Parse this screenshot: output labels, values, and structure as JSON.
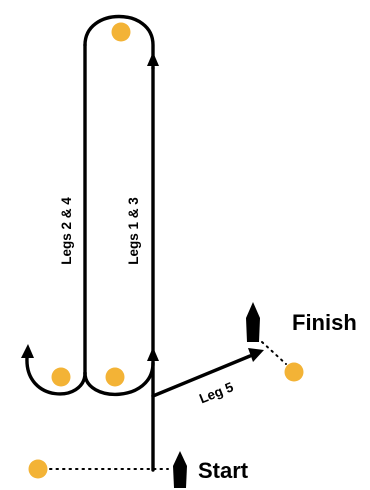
{
  "labels": {
    "legs_2_4": "Legs 2 & 4",
    "legs_1_3": "Legs 1 & 3",
    "leg_5": "Leg 5",
    "finish": "Finish",
    "start": "Start"
  },
  "colors": {
    "mark": "#f3b336",
    "line": "#000000",
    "background": "#ffffff"
  },
  "icons": {
    "marks": "orange-buoy-icon",
    "start_boat": "committee-boat-icon",
    "finish_boat": "committee-boat-icon",
    "arrows": "arrow-icon"
  }
}
